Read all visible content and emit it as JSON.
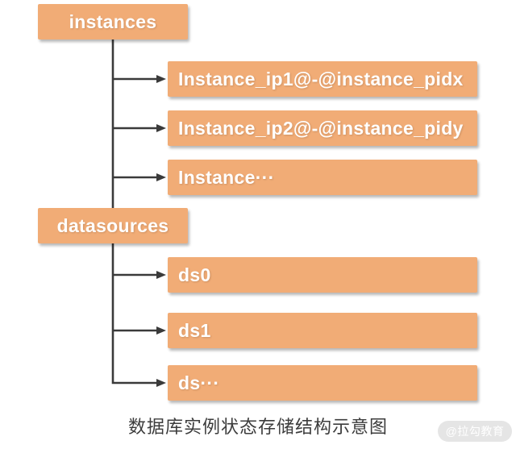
{
  "caption": "数据库实例状态存储结构示意图",
  "watermark": "@拉勾教育",
  "colors": {
    "page_bg": "#FFFFFF",
    "box_fill": "#F1AC76",
    "box_text": "#FFFFFF",
    "line": "#3A3A3A",
    "caption_text": "#3C3C3C",
    "watermark_bg": "#E5E5E5",
    "watermark_text": "#FFFFFF"
  },
  "tree": [
    {
      "label": "instances",
      "children": [
        "Instance_ip1@-@instance_pidx",
        "Instance_ip2@-@instance_pidy",
        "Instance···"
      ]
    },
    {
      "label": "datasources",
      "children": [
        "ds0",
        "ds1",
        "ds···"
      ]
    }
  ]
}
